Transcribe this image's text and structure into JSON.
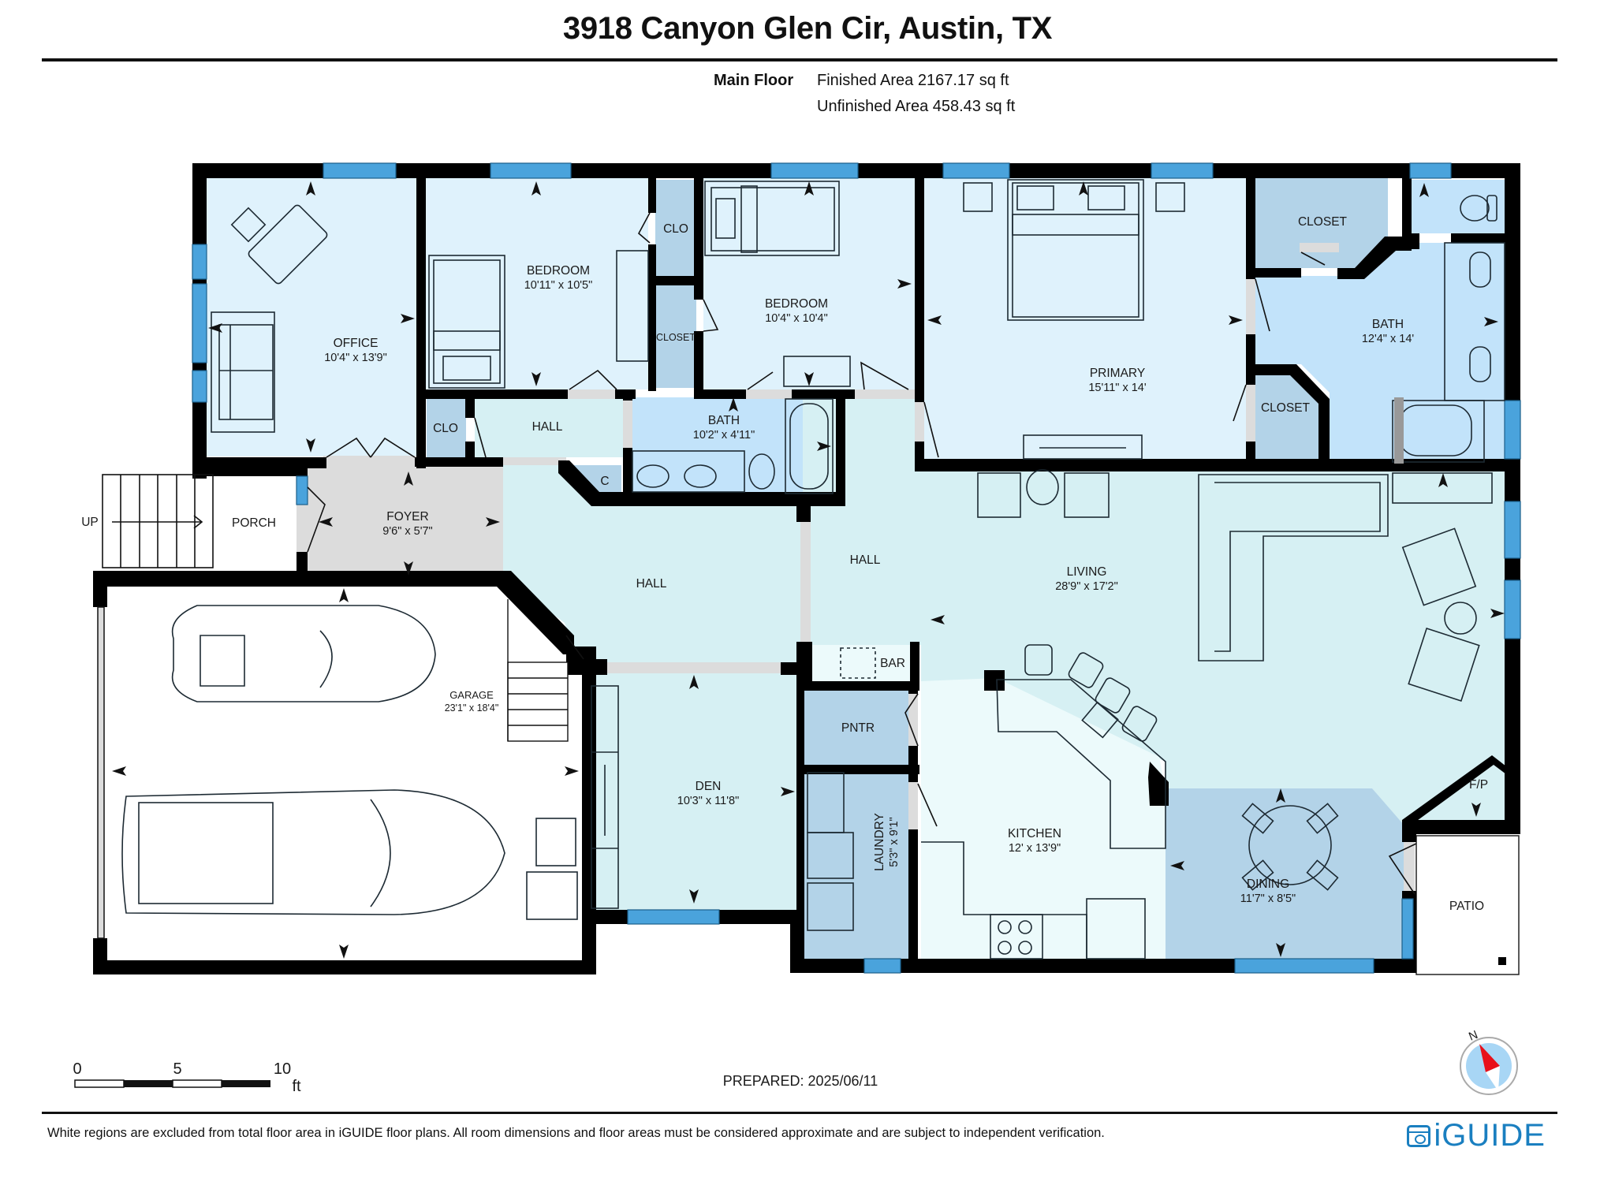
{
  "header": {
    "address": "3918 Canyon Glen Cir, Austin, TX",
    "floor_name": "Main Floor",
    "finished_area": "Finished Area 2167.17 sq ft",
    "unfinished_area": "Unfinished Area 458.43 sq ft"
  },
  "rooms": {
    "office": {
      "name": "OFFICE",
      "dims": "10'4\" x 13'9\""
    },
    "bedroom1": {
      "name": "BEDROOM",
      "dims": "10'11\" x 10'5\""
    },
    "clo1": {
      "name": "CLO"
    },
    "closet1": {
      "name": "CLOSET"
    },
    "bedroom2": {
      "name": "BEDROOM",
      "dims": "10'4\" x 10'4\""
    },
    "primary": {
      "name": "PRIMARY",
      "dims": "15'11\" x 14'"
    },
    "closet_top": {
      "name": "CLOSET"
    },
    "primary_bath": {
      "name": "BATH",
      "dims": "12'4\" x 14'"
    },
    "closet_mid": {
      "name": "CLOSET"
    },
    "clo2": {
      "name": "CLO"
    },
    "hall_upper": {
      "name": "HALL"
    },
    "bath2": {
      "name": "BATH",
      "dims": "10'2\" x 4'11\""
    },
    "c_closet": {
      "name": "C"
    },
    "stairs_up": {
      "name": "UP"
    },
    "porch": {
      "name": "PORCH"
    },
    "foyer": {
      "name": "FOYER",
      "dims": "9'6\" x 5'7\""
    },
    "hall_left": {
      "name": "HALL"
    },
    "hall_center": {
      "name": "HALL"
    },
    "living": {
      "name": "LIVING",
      "dims": "28'9\" x 17'2\""
    },
    "garage": {
      "name": "GARAGE",
      "dims": "23'1\" x 18'4\""
    },
    "bar": {
      "name": "BAR"
    },
    "pantry": {
      "name": "PNTR"
    },
    "den": {
      "name": "DEN",
      "dims": "10'3\" x 11'8\""
    },
    "laundry": {
      "name": "LAUNDRY",
      "dims": "5'3\" x 9'1\""
    },
    "kitchen": {
      "name": "KITCHEN",
      "dims": "12' x 13'9\""
    },
    "dining": {
      "name": "DINING",
      "dims": "11'7\" x 8'5\""
    },
    "fireplace": {
      "name": "F/P"
    },
    "patio": {
      "name": "PATIO"
    }
  },
  "scale_bar": {
    "tick_0": "0",
    "tick_5": "5",
    "tick_10": "10",
    "unit": "ft"
  },
  "compass": {
    "north_label": "N"
  },
  "prepared": "PREPARED: 2025/06/11",
  "footer": {
    "disclaimer": "White regions are excluded from total floor area in iGUIDE floor plans. All room dimensions and floor areas must be considered approximate and are subject to independent verification.",
    "brand": "iGUIDE"
  },
  "colors": {
    "wall": "#000000",
    "window": "#4aa3dc",
    "bedroom_fill": "#dff2fc",
    "bath_fill": "#c2e3fa",
    "closet_fill": "#b3d3e8",
    "hall_fill": "#d6f0f3",
    "living_fill": "#d6f0f3",
    "kitchen_fill": "#ecfafb",
    "dining_fill": "#b3d3e8",
    "foyer_fill": "#dcdcdc",
    "compass_red": "#e8101a",
    "brand_blue": "#1a7fc0"
  }
}
